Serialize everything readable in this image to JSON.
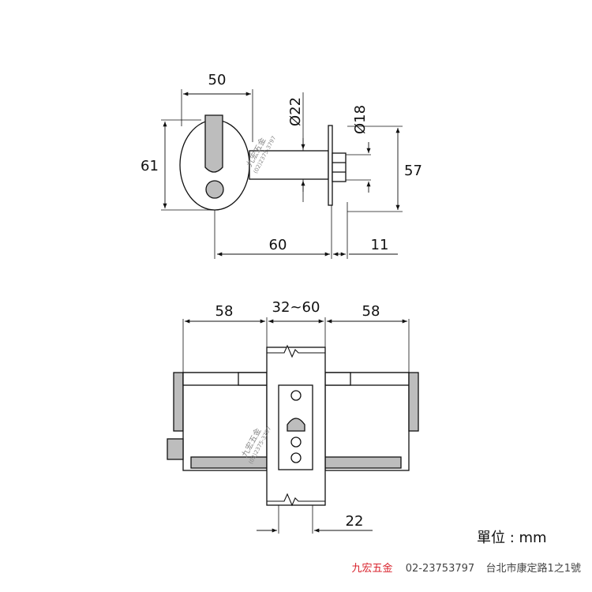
{
  "dimensions": {
    "top_width": "50",
    "top_height": "61",
    "shaft_dia": "Ø22",
    "rose_dia": "Ø18",
    "rose_height": "57",
    "shaft_length": "60",
    "rose_depth": "11",
    "left_handle": "58",
    "door_range": "32~60",
    "right_handle": "58",
    "latch_width": "22"
  },
  "watermark": {
    "name": "九宏五金",
    "phone": "(02)2375-3797"
  },
  "unit_label": "單位 : mm",
  "footer": {
    "brand": "九宏五金",
    "phone": "02-23753797",
    "address": "台北市康定路1之1號"
  },
  "colors": {
    "line": "#111111",
    "fill": "#bdbdbd",
    "brand": "#d9232d"
  }
}
